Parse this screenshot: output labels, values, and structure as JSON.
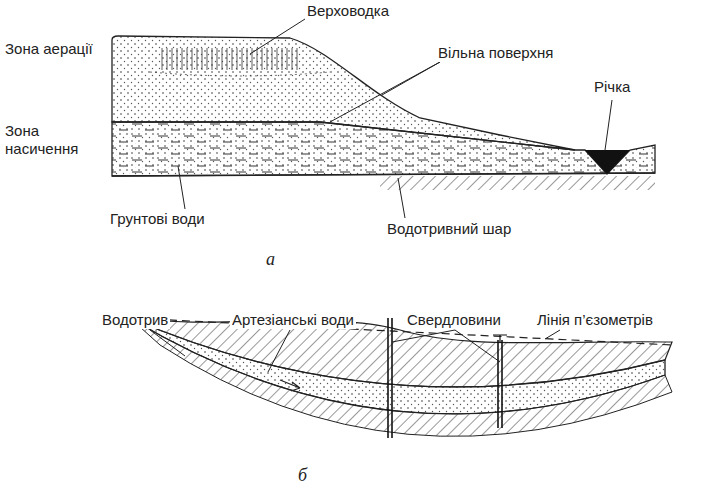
{
  "diagram": {
    "labels": [
      "Верховодка",
      "Вільна поверхня",
      "Річка",
      "Зона аерації",
      "Зона насичення",
      "Грунтові води",
      "Водотривний шар",
      "а",
      "Водотрив",
      "Артезіанські води",
      "Свердловини",
      "Лінія п’єзометрів",
      "б"
    ]
  }
}
